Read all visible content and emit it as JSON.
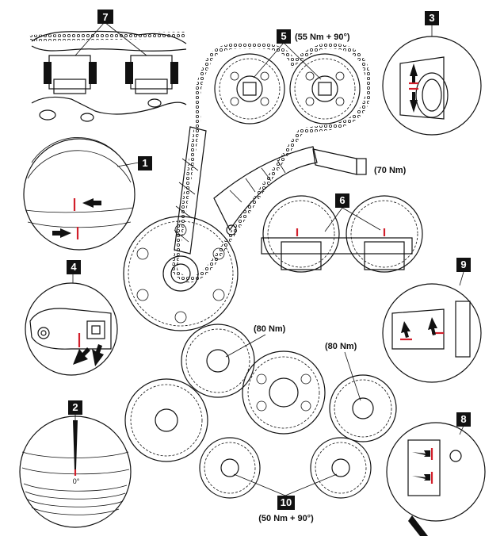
{
  "callouts": {
    "c1": "1",
    "c2": "2",
    "c3": "3",
    "c4": "4",
    "c5": "5",
    "c6": "6",
    "c7": "7",
    "c8": "8",
    "c9": "9",
    "c10": "10"
  },
  "torque_labels": {
    "camshaft_sprockets": "(55 Nm + 90°)",
    "tensioner": "(70 Nm)",
    "idler_upper": "(80 Nm)",
    "idler_right": "(80 Nm)",
    "balancer_gears": "(50 Nm + 90°)"
  },
  "degree_mark": "0°",
  "colors": {
    "line": "#111111",
    "marks": "#d21f2b",
    "callout_bg": "#111111",
    "background": "#ffffff"
  },
  "icons": {
    "alignment_arrow": "arrow-icon",
    "timing_mark": "red-mark-line"
  }
}
